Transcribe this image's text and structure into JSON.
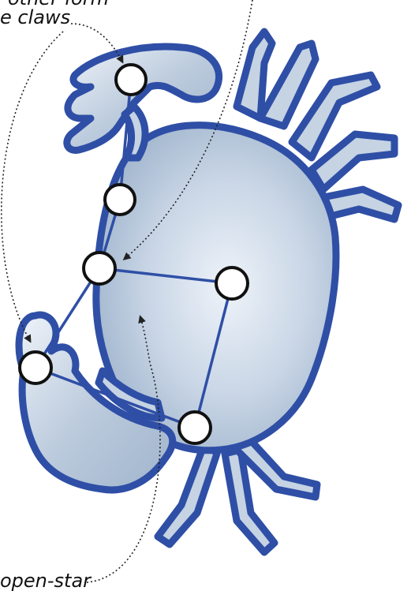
{
  "captions": {
    "top_line_1": "other form",
    "top_line_2": "e claws",
    "bottom": "open-star"
  },
  "colors": {
    "outline": "#2f4fa6",
    "body_fill": "#c5d3e3",
    "body_highlight": "#eef3f9",
    "star_fill": "#ffffff",
    "star_stroke": "#111111",
    "connector": "#2f4fa6",
    "pointer": "#222222"
  },
  "stars": [
    {
      "id": "claw-top"
    },
    {
      "id": "neck"
    },
    {
      "id": "hub"
    },
    {
      "id": "right"
    },
    {
      "id": "claw-bottom"
    },
    {
      "id": "base"
    }
  ]
}
